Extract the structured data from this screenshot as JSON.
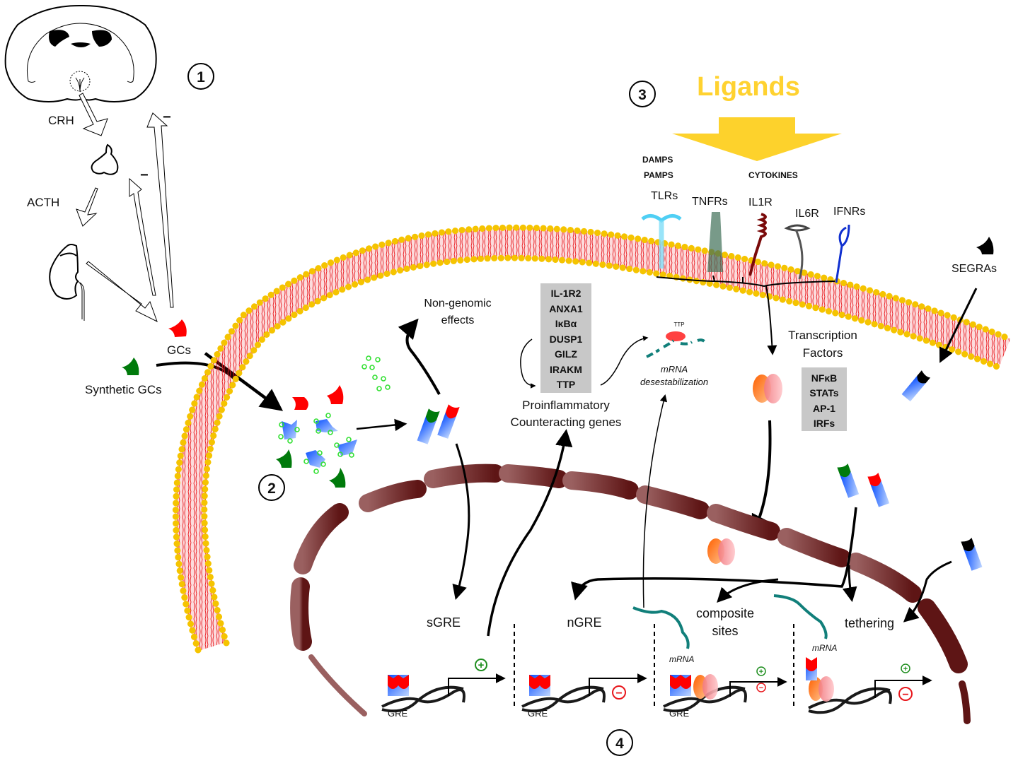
{
  "steps": {
    "s1": "1",
    "s2": "2",
    "s3": "3",
    "s4": "4"
  },
  "hpa_axis": {
    "crh": "CRH",
    "acth": "ACTH",
    "neg1": "−",
    "neg2": "−",
    "gcs": "GCs",
    "synthetic_gcs": "Synthetic GCs"
  },
  "ligands": {
    "title": "Ligands",
    "title_color": "#FFD230",
    "damps": "DAMPS",
    "pamps": "PAMPS",
    "cytokines": "CYTOKINES"
  },
  "receptors": {
    "tlrs": "TLRs",
    "tnfrs": "TNFRs",
    "il1r": "IL1R",
    "il6r": "IL6R",
    "ifnrs": "IFNRs",
    "segras": "SEGRAs"
  },
  "cytoplasm": {
    "non_genomic_line1": "Non-genomic",
    "non_genomic_line2": "effects",
    "genes": [
      "IL-1R2",
      "ANXA1",
      "IκBα",
      "DUSP1",
      "GILZ",
      "IRAKM",
      "TTP"
    ],
    "proinflammatory_line1": "Proinflammatory",
    "proinflammatory_line2": "Counteracting genes",
    "ttp_label": "TTP",
    "mrna_line1": "mRNA",
    "mrna_line2": "desestabilization",
    "tf_line1": "Transcription",
    "tf_line2": "Factors",
    "tfs": [
      "NFκB",
      "STATs",
      "AP-1",
      "IRFs"
    ]
  },
  "nucleus": {
    "sgre": "sGRE",
    "ngre": "nGRE",
    "composite_line1": "composite",
    "composite_line2": "sites",
    "tethering": "tethering",
    "gre": "GRE",
    "mrna": "mRNA",
    "plus": "+",
    "minus": "−"
  },
  "colors": {
    "membrane_head": "#F5C400",
    "membrane_tail": "#E8161B",
    "gc_natural": "#FF0000",
    "gc_synthetic": "#007A0B",
    "receptor": "#1060FF",
    "nucleus_envelope": "#7A3535",
    "mrna": "#117F7A",
    "plus": "#1E8E1E",
    "minus": "#E8161B"
  }
}
